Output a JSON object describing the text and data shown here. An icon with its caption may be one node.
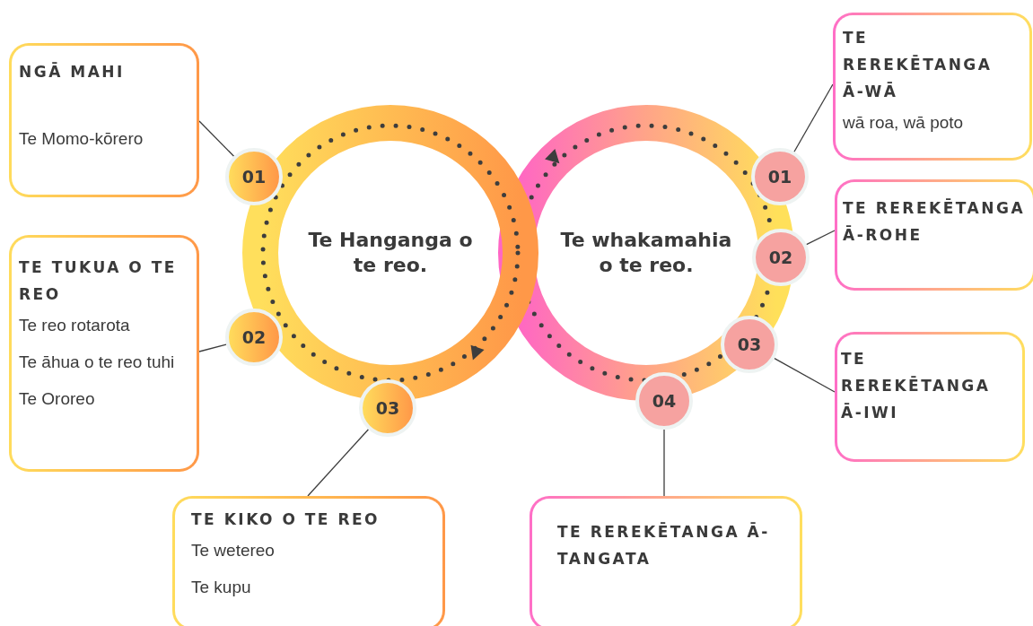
{
  "diagram": {
    "nodes": [
      {
        "text": [
          "Te Hanganga o te reo."
        ]
      },
      {
        "text": [
          "Te whakamahia o te reo."
        ]
      },
      {
        "text": [
          "01"
        ]
      },
      {
        "text": [
          "02"
        ]
      },
      {
        "text": [
          "03"
        ]
      },
      {
        "text": [
          "01"
        ]
      },
      {
        "text": [
          "02"
        ]
      },
      {
        "text": [
          "03"
        ]
      },
      {
        "text": [
          "04"
        ]
      },
      {
        "text": [
          "NGĀ MAHI",
          "Te Momo-kōrero"
        ]
      },
      {
        "text": [
          "TE TUKUA O TE REO",
          "Te reo rotarota",
          "Te āhua o te reo tuhi",
          "Te Ororeo"
        ]
      },
      {
        "text": [
          "TE KIKO O TE REO",
          "Te wetereo",
          "Te kupu"
        ]
      },
      {
        "text": [
          "TE REREKĒTANGA Ā-WĀ",
          "wā roa, wā poto"
        ]
      },
      {
        "text": [
          "TE REREKĒTANGA Ā-ROHE"
        ]
      },
      {
        "text": [
          "TE REREKĒTANGA Ā-IWI"
        ]
      },
      {
        "text": [
          "TE REREKĒTANGA Ā-TANGATA"
        ]
      }
    ],
    "edges": [
      {
        "from": 2,
        "to": 9,
        "arrow": "none"
      },
      {
        "from": 3,
        "to": 10,
        "arrow": "none"
      },
      {
        "from": 4,
        "to": 11,
        "arrow": "none"
      },
      {
        "from": 5,
        "to": 12,
        "arrow": "none"
      },
      {
        "from": 6,
        "to": 13,
        "arrow": "none"
      },
      {
        "from": 7,
        "to": 14,
        "arrow": "none"
      },
      {
        "from": 8,
        "to": 15,
        "arrow": "none"
      }
    ]
  }
}
